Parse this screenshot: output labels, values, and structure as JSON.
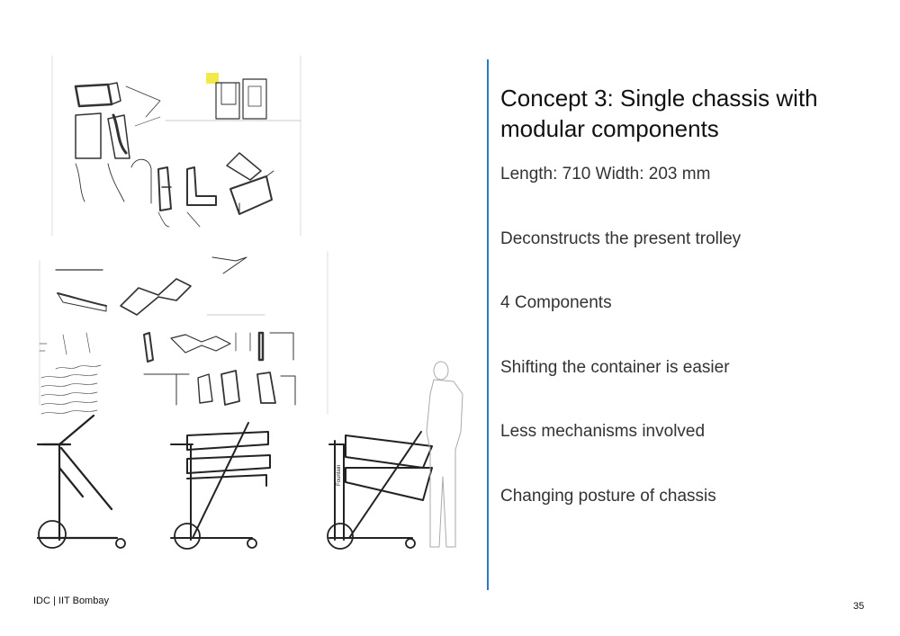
{
  "slide": {
    "title": "Concept 3: Single chassis with modular components",
    "points": [
      "Length: 710 Width: 203 mm",
      "Deconstructs the present trolley",
      "4 Components",
      "Shifting the container is easier",
      "Less mechanisms involved",
      "Changing posture of chassis"
    ]
  },
  "sketch_labels": {
    "side_label": "Fountain"
  },
  "footer": {
    "org": "IDC | IIT Bombay",
    "page_number": "35"
  },
  "colors": {
    "divider": "#2a7bbf",
    "sticky_note": "#f3e94a"
  }
}
